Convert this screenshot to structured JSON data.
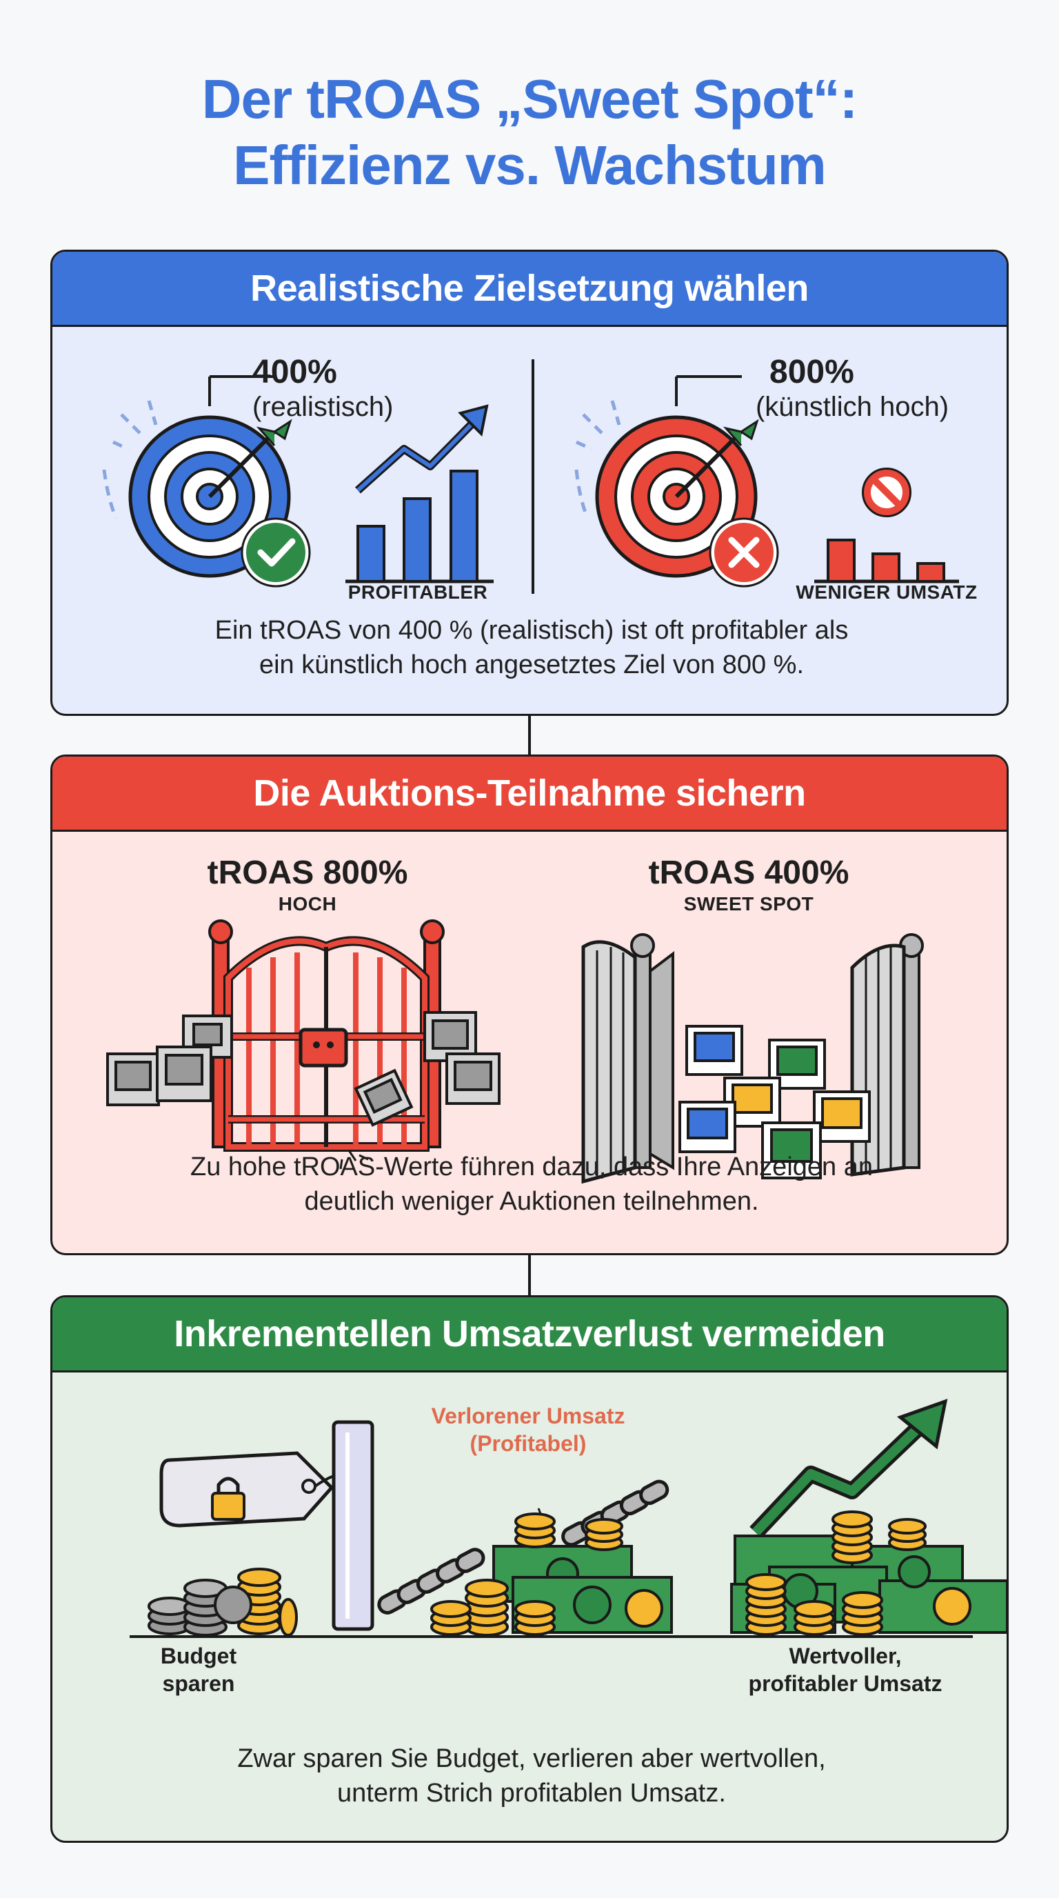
{
  "title": {
    "line1": "Der tROAS „Sweet Spot“:",
    "line2": "Effizienz vs. Wachstum"
  },
  "colors": {
    "blue": "#3d74d9",
    "red": "#e8473a",
    "green": "#2e8b47",
    "gold": "#f5b830"
  },
  "section1": {
    "header": "Realistische Zielsetzung wählen",
    "left": {
      "value": "400%",
      "note": "(realistisch)",
      "caption": "PROFITABLER",
      "icons": [
        "target-icon",
        "check-icon",
        "rising-bar-chart-icon"
      ]
    },
    "right": {
      "value": "800%",
      "note": "(künstlich hoch)",
      "caption": "WENIGER UMSATZ",
      "icons": [
        "target-icon",
        "cross-icon",
        "no-entry-icon",
        "falling-bar-chart-icon"
      ]
    },
    "body_line1": "Ein tROAS von 400 % (realistisch) ist oft profitabler als",
    "body_line2": "ein künstlich hoch angesetztes Ziel von 800 %."
  },
  "section2": {
    "header": "Die Auktions-Teilnahme sichern",
    "left": {
      "value": "tROAS 800%",
      "caption": "HOCH",
      "icons": [
        "locked-gate-icon",
        "sad-ad-icon"
      ]
    },
    "right": {
      "value": "tROAS 400%",
      "caption": "SWEET SPOT",
      "icons": [
        "open-gate-icon",
        "happy-ad-icon"
      ]
    },
    "body_line1": "Zu hohe tROAS-Werte führen dazu, dass Ihre Anzeigen an",
    "body_line2": "deutlich weniger Auktionen teilnehmen."
  },
  "section3": {
    "header": "Inkrementellen Umsatzverlust vermeiden",
    "lost_line1": "Verlorener Umsatz",
    "lost_line2": "(Profitabel)",
    "left_label_line1": "Budget",
    "left_label_line2": "sparen",
    "right_label_line1": "Wertvoller,",
    "right_label_line2": "profitabler Umsatz",
    "icons": [
      "price-tag-lock-icon",
      "coin-stack-icon",
      "barrier-icon",
      "broken-chain-icon",
      "money-icon",
      "growth-arrow-icon"
    ],
    "body_line1": "Zwar sparen Sie Budget, verlieren aber wertvollen,",
    "body_line2": "unterm Strich profitablen Umsatz."
  }
}
